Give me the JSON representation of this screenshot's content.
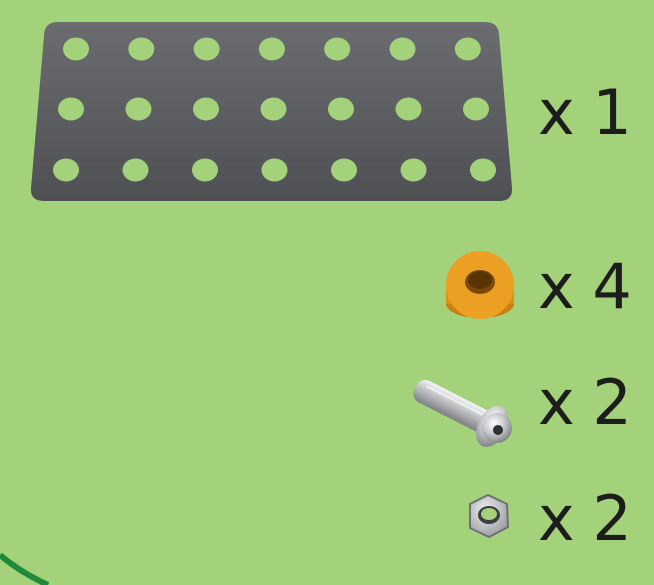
{
  "parts": [
    {
      "name": "perforated-plate",
      "icon": "plate-icon",
      "quantity_label": "x 1"
    },
    {
      "name": "spacer",
      "icon": "spacer-icon",
      "quantity_label": "x 4"
    },
    {
      "name": "screw",
      "icon": "screw-icon",
      "quantity_label": "x 2"
    },
    {
      "name": "nut",
      "icon": "nut-icon",
      "quantity_label": "x 2"
    }
  ],
  "colors": {
    "background": "#a4d27a",
    "plate": "#5b5d60",
    "spacer": "#eba024",
    "metal": "#b9bbbe",
    "corner_accent": "#1f8a3a"
  }
}
